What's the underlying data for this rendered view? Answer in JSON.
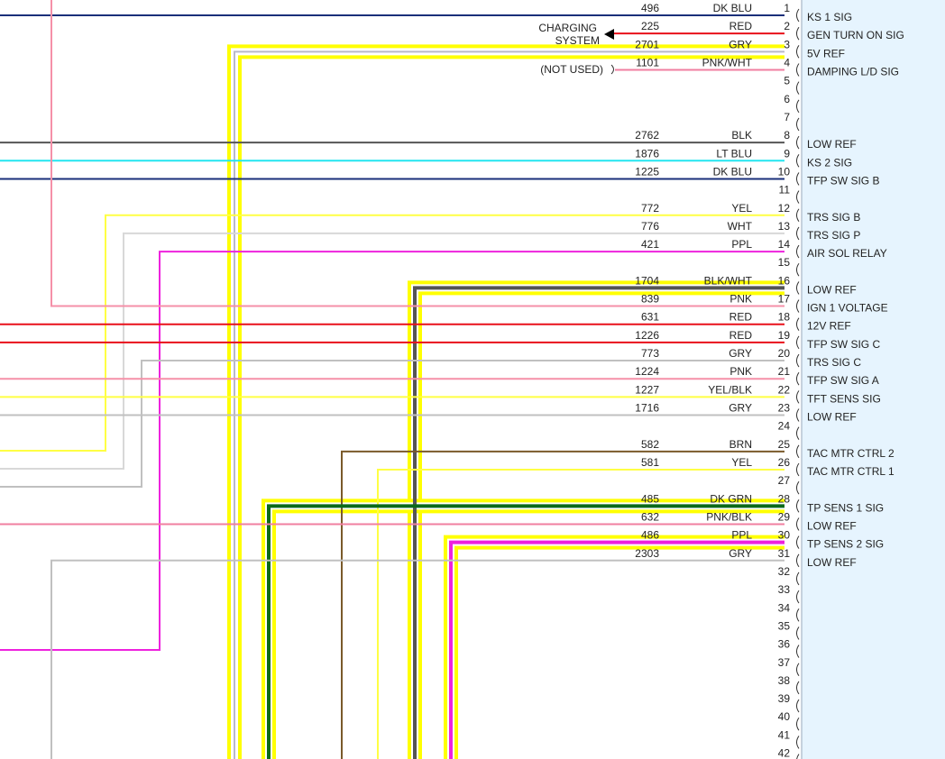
{
  "connector": {
    "fill": "#e6f4fe",
    "bracket_color": "#333333"
  },
  "annotations": {
    "charging_line1": "CHARGING",
    "charging_line2": "SYSTEM",
    "not_used": "(NOT USED)"
  },
  "highlight_color": "#ffff00",
  "pins": [
    {
      "pin": "1",
      "circuit": "496",
      "color": "DK BLU",
      "signal": "KS 1 SIG",
      "wire": "#1a2f7a",
      "stroke": "#1a2f7a"
    },
    {
      "pin": "2",
      "circuit": "225",
      "color": "RED",
      "signal": "GEN TURN ON SIG",
      "wire": "#e8101a",
      "stroke": "#e8101a"
    },
    {
      "pin": "3",
      "circuit": "2701",
      "color": "GRY",
      "signal": "5V REF",
      "wire": "#b9b9c8",
      "stroke": "#b9b9c8"
    },
    {
      "pin": "4",
      "circuit": "1101",
      "color": "PNK/WHT",
      "signal": "DAMPING L/D SIG",
      "wire": "#f07fa0",
      "stroke": "#f07fa0"
    },
    {
      "pin": "5",
      "circuit": "",
      "color": "",
      "signal": ""
    },
    {
      "pin": "6",
      "circuit": "",
      "color": "",
      "signal": ""
    },
    {
      "pin": "7",
      "circuit": "",
      "color": "",
      "signal": ""
    },
    {
      "pin": "8",
      "circuit": "2762",
      "color": "BLK",
      "signal": "LOW REF",
      "wire": "#555555",
      "stroke": "#555555"
    },
    {
      "pin": "9",
      "circuit": "1876",
      "color": "LT BLU",
      "signal": "KS 2 SIG",
      "wire": "#22e6f0",
      "stroke": "#22e6f0"
    },
    {
      "pin": "10",
      "circuit": "1225",
      "color": "DK BLU",
      "signal": "TFP SW SIG B",
      "wire": "#1a2f7a",
      "stroke": "#1a2f7a"
    },
    {
      "pin": "11",
      "circuit": "",
      "color": "",
      "signal": ""
    },
    {
      "pin": "12",
      "circuit": "772",
      "color": "YEL",
      "signal": "TRS SIG B",
      "wire": "#ffff44",
      "stroke": "#ffff44"
    },
    {
      "pin": "13",
      "circuit": "776",
      "color": "WHT",
      "signal": "TRS SIG P",
      "wire": "#d8d8d8",
      "stroke": "#d8d8d8"
    },
    {
      "pin": "14",
      "circuit": "421",
      "color": "PPL",
      "signal": "AIR SOL RELAY",
      "wire": "#ee22dd",
      "stroke": "#ee22dd"
    },
    {
      "pin": "15",
      "circuit": "",
      "color": "",
      "signal": ""
    },
    {
      "pin": "16",
      "circuit": "1704",
      "color": "BLK/WHT",
      "signal": "LOW REF",
      "wire": "#555555",
      "stroke": "#555555"
    },
    {
      "pin": "17",
      "circuit": "839",
      "color": "PNK",
      "signal": "IGN 1 VOLTAGE",
      "wire": "#f590a8",
      "stroke": "#f590a8"
    },
    {
      "pin": "18",
      "circuit": "631",
      "color": "RED",
      "signal": "12V REF",
      "wire": "#e8101a",
      "stroke": "#e8101a"
    },
    {
      "pin": "19",
      "circuit": "1226",
      "color": "RED",
      "signal": "TFP SW SIG C",
      "wire": "#e8101a",
      "stroke": "#e8101a"
    },
    {
      "pin": "20",
      "circuit": "773",
      "color": "GRY",
      "signal": "TRS SIG C",
      "wire": "#c0c0c0",
      "stroke": "#c0c0c0"
    },
    {
      "pin": "21",
      "circuit": "1224",
      "color": "PNK",
      "signal": "TFP SW SIG A",
      "wire": "#f590a8",
      "stroke": "#f590a8"
    },
    {
      "pin": "22",
      "circuit": "1227",
      "color": "YEL/BLK",
      "signal": "TFT SENS SIG",
      "wire": "#ffff44",
      "stroke": "#ffff44"
    },
    {
      "pin": "23",
      "circuit": "1716",
      "color": "GRY",
      "signal": "LOW REF",
      "wire": "#c0c0c0",
      "stroke": "#c0c0c0"
    },
    {
      "pin": "24",
      "circuit": "",
      "color": "",
      "signal": ""
    },
    {
      "pin": "25",
      "circuit": "582",
      "color": "BRN",
      "signal": "TAC MTR CTRL 2",
      "wire": "#7a5a2a",
      "stroke": "#7a5a2a"
    },
    {
      "pin": "26",
      "circuit": "581",
      "color": "YEL",
      "signal": "TAC MTR CTRL 1",
      "wire": "#ffff44",
      "stroke": "#ffff44"
    },
    {
      "pin": "27",
      "circuit": "",
      "color": "",
      "signal": ""
    },
    {
      "pin": "28",
      "circuit": "485",
      "color": "DK GRN",
      "signal": "TP SENS 1 SIG",
      "wire": "#0a6a1a",
      "stroke": "#0a6a1a"
    },
    {
      "pin": "29",
      "circuit": "632",
      "color": "PNK/BLK",
      "signal": "LOW REF",
      "wire": "#f07fa0",
      "stroke": "#f07fa0"
    },
    {
      "pin": "30",
      "circuit": "486",
      "color": "PPL",
      "signal": "TP SENS 2 SIG",
      "wire": "#ee22dd",
      "stroke": "#ee22dd"
    },
    {
      "pin": "31",
      "circuit": "2303",
      "color": "GRY",
      "signal": "LOW REF",
      "wire": "#c0c0c0",
      "stroke": "#c0c0c0"
    },
    {
      "pin": "32",
      "circuit": "",
      "color": "",
      "signal": ""
    },
    {
      "pin": "33",
      "circuit": "",
      "color": "",
      "signal": ""
    },
    {
      "pin": "34",
      "circuit": "",
      "color": "",
      "signal": ""
    },
    {
      "pin": "35",
      "circuit": "",
      "color": "",
      "signal": ""
    },
    {
      "pin": "36",
      "circuit": "",
      "color": "",
      "signal": ""
    },
    {
      "pin": "37",
      "circuit": "",
      "color": "",
      "signal": ""
    },
    {
      "pin": "38",
      "circuit": "",
      "color": "",
      "signal": ""
    },
    {
      "pin": "39",
      "circuit": "",
      "color": "",
      "signal": ""
    },
    {
      "pin": "40",
      "circuit": "",
      "color": "",
      "signal": ""
    },
    {
      "pin": "41",
      "circuit": "",
      "color": "",
      "signal": ""
    },
    {
      "pin": "42",
      "circuit": "",
      "color": "",
      "signal": ""
    }
  ]
}
